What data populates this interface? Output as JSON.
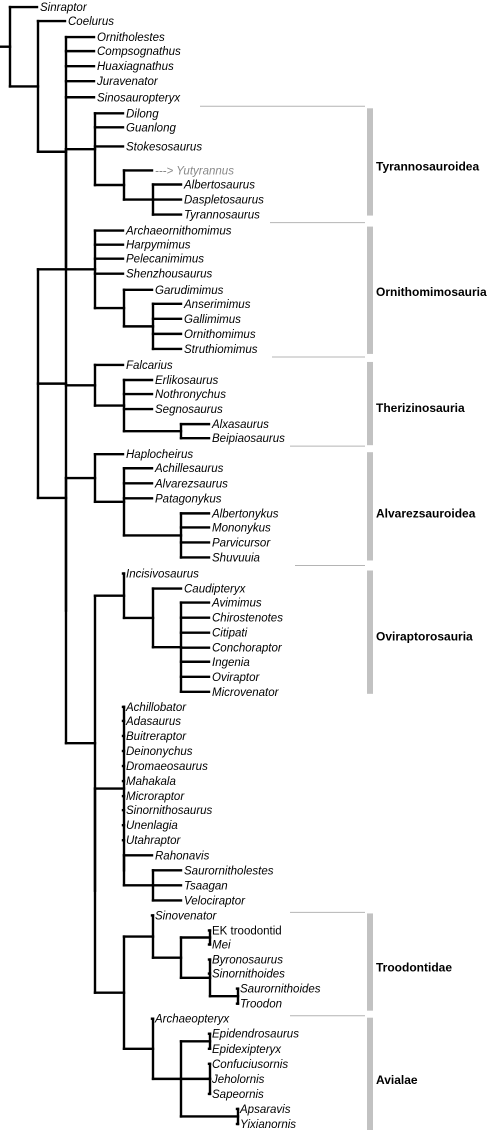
{
  "taxa": [
    {
      "id": "sinraptor",
      "label": "Sinraptor"
    },
    {
      "id": "coelurus",
      "label": "Coelurus"
    },
    {
      "id": "ornitholestes",
      "label": "Ornitholestes"
    },
    {
      "id": "compsognathus",
      "label": "Compsognathus"
    },
    {
      "id": "huaxiagnathus",
      "label": "Huaxiagnathus"
    },
    {
      "id": "juravenator",
      "label": "Juravenator"
    },
    {
      "id": "sinosauropteryx",
      "label": "Sinosauropteryx"
    },
    {
      "id": "dilong",
      "label": "Dilong"
    },
    {
      "id": "guanlong",
      "label": "Guanlong"
    },
    {
      "id": "stokesosaurus",
      "label": "Stokesosaurus"
    },
    {
      "id": "yutyrannus",
      "label": "---> Yutyrannus",
      "style": "gray"
    },
    {
      "id": "albertosaurus",
      "label": "Albertosaurus"
    },
    {
      "id": "daspletosaurus",
      "label": "Daspletosaurus"
    },
    {
      "id": "tyrannosaurus",
      "label": "Tyrannosaurus"
    },
    {
      "id": "archaeornithomimus",
      "label": "Archaeornithomimus"
    },
    {
      "id": "harpymimus",
      "label": "Harpymimus"
    },
    {
      "id": "pelecanimimus",
      "label": "Pelecanimimus"
    },
    {
      "id": "shenzhousaurus",
      "label": "Shenzhousaurus"
    },
    {
      "id": "garudimimus",
      "label": "Garudimimus"
    },
    {
      "id": "anserimimus",
      "label": "Anserimimus"
    },
    {
      "id": "gallimimus",
      "label": "Gallimimus"
    },
    {
      "id": "ornithomimus",
      "label": "Ornithomimus"
    },
    {
      "id": "struthiomimus",
      "label": "Struthiomimus"
    },
    {
      "id": "falcarius",
      "label": "Falcarius"
    },
    {
      "id": "erlikosaurus",
      "label": "Erlikosaurus"
    },
    {
      "id": "nothronychus",
      "label": "Nothronychus"
    },
    {
      "id": "segnosaurus",
      "label": "Segnosaurus"
    },
    {
      "id": "alxasaurus",
      "label": "Alxasaurus"
    },
    {
      "id": "beipiaosaurus",
      "label": "Beipiaosaurus"
    },
    {
      "id": "haplocheirus",
      "label": "Haplocheirus"
    },
    {
      "id": "achillesaurus",
      "label": "Achillesaurus"
    },
    {
      "id": "alvarezsaurus",
      "label": "Alvarezsaurus"
    },
    {
      "id": "patagonykus",
      "label": "Patagonykus"
    },
    {
      "id": "albertonykus",
      "label": "Albertonykus"
    },
    {
      "id": "mononykus",
      "label": "Mononykus"
    },
    {
      "id": "parvicursor",
      "label": "Parvicursor"
    },
    {
      "id": "shuvuuia",
      "label": "Shuvuuia"
    },
    {
      "id": "incisivosaurus",
      "label": "Incisivosaurus"
    },
    {
      "id": "caudipteryx",
      "label": "Caudipteryx"
    },
    {
      "id": "avimimus",
      "label": "Avimimus"
    },
    {
      "id": "chirostenotes",
      "label": "Chirostenotes"
    },
    {
      "id": "citipati",
      "label": "Citipati"
    },
    {
      "id": "conchoraptor",
      "label": "Conchoraptor"
    },
    {
      "id": "ingenia",
      "label": "Ingenia"
    },
    {
      "id": "oviraptor",
      "label": "Oviraptor"
    },
    {
      "id": "microvenator",
      "label": "Microvenator"
    },
    {
      "id": "achillobator",
      "label": "Achillobator"
    },
    {
      "id": "adasaurus",
      "label": "Adasaurus"
    },
    {
      "id": "buitreraptor",
      "label": "Buitreraptor"
    },
    {
      "id": "deinonychus",
      "label": "Deinonychus"
    },
    {
      "id": "dromaeosaurus",
      "label": "Dromaeosaurus"
    },
    {
      "id": "mahakala",
      "label": "Mahakala"
    },
    {
      "id": "microraptor",
      "label": "Microraptor"
    },
    {
      "id": "sinornithosaurus",
      "label": "Sinornithosaurus"
    },
    {
      "id": "unenlagia",
      "label": "Unenlagia"
    },
    {
      "id": "utahraptor",
      "label": "Utahraptor"
    },
    {
      "id": "rahonavis",
      "label": "Rahonavis"
    },
    {
      "id": "saurornitholestes",
      "label": "Saurornitholestes"
    },
    {
      "id": "tsaagan",
      "label": "Tsaagan"
    },
    {
      "id": "velociraptor",
      "label": "Velociraptor"
    },
    {
      "id": "sinovenator",
      "label": "Sinovenator"
    },
    {
      "id": "ek-troodontid",
      "label": "EK troodontid",
      "style": "roman"
    },
    {
      "id": "mei",
      "label": "Mei"
    },
    {
      "id": "byronosaurus",
      "label": "Byronosaurus"
    },
    {
      "id": "sinornithoides",
      "label": "Sinornithoides"
    },
    {
      "id": "saurornithoides",
      "label": "Saurornithoides"
    },
    {
      "id": "troodon",
      "label": "Troodon"
    },
    {
      "id": "archaeopteryx",
      "label": "Archaeopteryx"
    },
    {
      "id": "epidendrosaurus",
      "label": "Epidendrosaurus"
    },
    {
      "id": "epidexipteryx",
      "label": "Epidexipteryx"
    },
    {
      "id": "confuciusornis",
      "label": "Confuciusornis"
    },
    {
      "id": "jeholornis",
      "label": "Jeholornis"
    },
    {
      "id": "sapeornis",
      "label": "Sapeornis"
    },
    {
      "id": "apsaravis",
      "label": "Apsaravis"
    },
    {
      "id": "yixianornis",
      "label": "Yixianornis"
    }
  ],
  "groups": [
    {
      "id": "tyrannosauroidea",
      "label": "Tyrannosauroidea"
    },
    {
      "id": "ornithomimosauria",
      "label": "Ornithomimosauria"
    },
    {
      "id": "therizinosauria",
      "label": "Therizinosauria"
    },
    {
      "id": "alvarezsauroidea",
      "label": "Alvarezsauroidea"
    },
    {
      "id": "oviraptorosauria",
      "label": "Oviraptorosauria"
    },
    {
      "id": "troodontidae",
      "label": "Troodontidae"
    },
    {
      "id": "avialae",
      "label": "Avialae"
    }
  ]
}
